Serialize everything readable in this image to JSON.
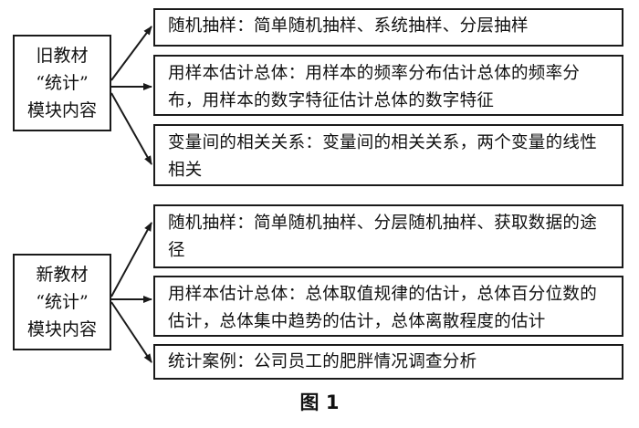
{
  "old_group": {
    "root_lines": [
      "旧教材",
      "“统计”",
      "模块内容"
    ],
    "branches": [
      {
        "text": "随机抽样：简单随机抽样、系统抽样、分层抽样"
      },
      {
        "text": "用样本估计总体：用样本的频率分布估计总体的频率分布，用样本的数字特征估计总体的数字特征"
      },
      {
        "text": "变量间的相关关系：变量间的相关关系，两个变量的线性相关"
      }
    ]
  },
  "new_group": {
    "root_lines": [
      "新教材",
      "“统计”",
      "模块内容"
    ],
    "branches": [
      {
        "text": "随机抽样：简单随机抽样、分层随机抽样、获取数据的途径"
      },
      {
        "text": "用样本估计总体：总体取值规律的估计，总体百分位数的估计，总体集中趋势的估计，总体离散程度的估计"
      },
      {
        "text": "统计案例：公司员工的肥胖情况调查分析"
      }
    ]
  },
  "caption": "图 1"
}
